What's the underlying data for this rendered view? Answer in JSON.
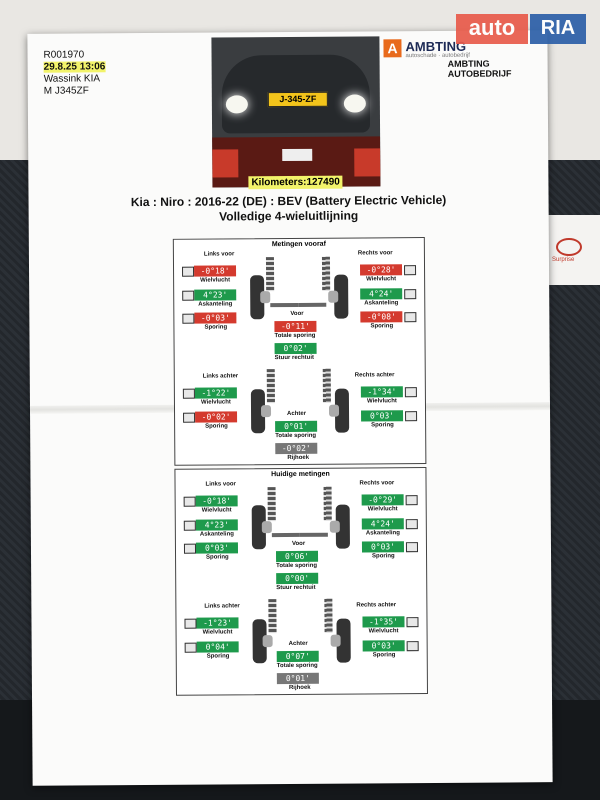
{
  "header": {
    "order": "R001970",
    "datetime": "29.8.25 13:06",
    "dealer": "Wassink KIA",
    "plate_ref": "M J345ZF"
  },
  "photo": {
    "plate": "J-345-ZF"
  },
  "logo": {
    "mark": "A",
    "name": "AMBTING",
    "sub": "autoschade · autobedrijf",
    "garage": "AMBTING AUTOBEDRIJF"
  },
  "watermark": {
    "auto": "auto",
    "ria": "RIA"
  },
  "kilometers": "Kilometers:127490",
  "title1": "Kia : Niro : 2016-22 (DE) : BEV (Battery Electric Vehicle)",
  "title2": "Volledige 4-wieluitlijning",
  "side_brand": "Surprise",
  "panels": [
    {
      "title": "Metingen vooraf",
      "fl": "Links voor",
      "fr": "Rechts voor",
      "fl_camber": "-0°18'",
      "fr_camber": "-0°28'",
      "fl_caster": "4°23'",
      "fr_caster": "4°24'",
      "fl_toe": "-0°03'",
      "fr_toe": "-0°08'",
      "front_total": "-0°11'",
      "steer": "0°02'",
      "rl": "Links achter",
      "rr": "Rechts achter",
      "rl_camber": "-1°22'",
      "rr_camber": "-1°34'",
      "rl_toe": "-0°02'",
      "rr_toe": "0°03'",
      "rear_total": "0°01'",
      "thrust": "-0°02'"
    },
    {
      "title": "Huidige metingen",
      "fl": "Links voor",
      "fr": "Rechts voor",
      "fl_camber": "-0°18'",
      "fr_camber": "-0°29'",
      "fl_caster": "4°23'",
      "fr_caster": "4°24'",
      "fl_toe": "0°03'",
      "fr_toe": "0°03'",
      "front_total": "0°06'",
      "steer": "0°00'",
      "rl": "Links achter",
      "rr": "Rechts achter",
      "rl_camber": "-1°23'",
      "rr_camber": "-1°35'",
      "rl_toe": "0°04'",
      "rr_toe": "0°03'",
      "rear_total": "0°07'",
      "thrust": "0°01'"
    }
  ],
  "labels": {
    "camber": "Wielvlucht",
    "caster": "Askanteling",
    "toe": "Sporing",
    "voor": "Voor",
    "achter": "Achter",
    "total": "Totale sporing",
    "steer": "Stuur rechtuit",
    "thrust": "Rijhoek"
  },
  "colors": {
    "ok": "#1e9a4c",
    "bad": "#d43a2e",
    "neutral": "#777777"
  }
}
